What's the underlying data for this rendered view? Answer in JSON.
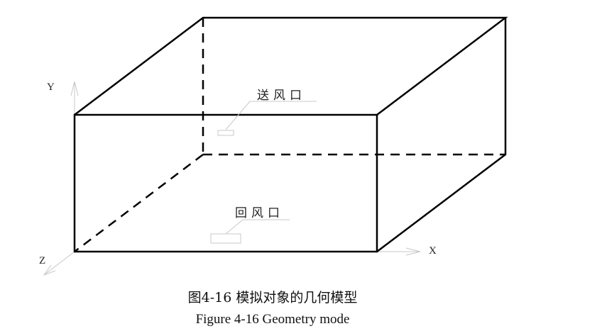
{
  "diagram": {
    "axes": {
      "x": "X",
      "y": "Y",
      "z": "Z"
    },
    "vents": {
      "supply": "送风口",
      "return": "回风口"
    },
    "colors": {
      "edge": "#000000",
      "axis": "#c8c8c8",
      "leader": "#c8c8c8"
    }
  },
  "caption": {
    "chinese": "图4-16  模拟对象的几何模型",
    "english": "Figure 4-16 Geometry mode"
  }
}
